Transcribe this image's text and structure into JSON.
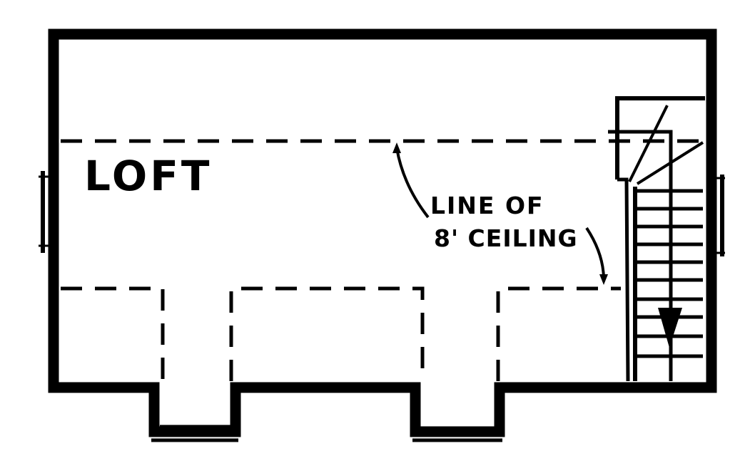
{
  "plan": {
    "room_label": "LOFT",
    "annotation": {
      "line1": "LINE OF",
      "line2": "8' CEILING"
    },
    "colors": {
      "ink": "#000000",
      "paper": "#ffffff"
    },
    "elements": [
      "exterior-wall",
      "ceiling-line-dashed",
      "staircase",
      "stair-direction-arrow",
      "window-west",
      "window-east",
      "dormer-left",
      "dormer-right"
    ]
  }
}
